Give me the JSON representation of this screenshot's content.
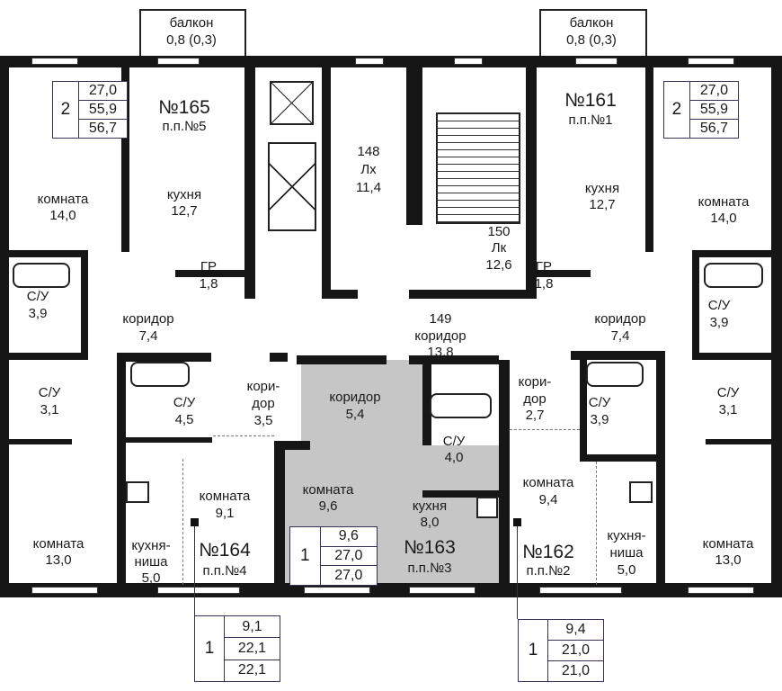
{
  "balconies": [
    {
      "label": "балкон",
      "area": "0,8 (0,3)"
    },
    {
      "label": "балкон",
      "area": "0,8 (0,3)"
    }
  ],
  "rooms": {
    "a165_room": {
      "name": "комната",
      "area": "14,0"
    },
    "a165_kitchen": {
      "name": "кухня",
      "area": "12,7"
    },
    "a165_gr": {
      "name": "ГР",
      "area": "1,8"
    },
    "a165_bath": {
      "name": "С/У",
      "area": "3,9"
    },
    "a165_corr": {
      "name": "коридор",
      "area": "7,4"
    },
    "lx": {
      "num": "148",
      "name": "Лх",
      "area": "11,4"
    },
    "lk": {
      "num": "150",
      "name": "Лк",
      "area": "12,6"
    },
    "hall": {
      "num": "149",
      "name": "коридор",
      "area": "13,8"
    },
    "a161_kitchen": {
      "name": "кухня",
      "area": "12,7"
    },
    "a161_room": {
      "name": "комната",
      "area": "14,0"
    },
    "a161_gr": {
      "name": "ГР",
      "area": "1,8"
    },
    "a161_bath": {
      "name": "С/У",
      "area": "3,9"
    },
    "a161_corr": {
      "name": "коридор",
      "area": "7,4"
    },
    "l_bath": {
      "name": "С/У",
      "area": "3,1"
    },
    "l_room": {
      "name": "комната",
      "area": "13,0"
    },
    "a164_bath": {
      "name": "С/У",
      "area": "4,5"
    },
    "a164_corr": {
      "name1": "кори-",
      "name2": "дор",
      "area": "3,5"
    },
    "a164_room": {
      "name": "комната",
      "area": "9,1"
    },
    "a164_kn": {
      "name1": "кухня-",
      "name2": "ниша",
      "area": "5,0"
    },
    "a163_corr": {
      "name": "коридор",
      "area": "5,4"
    },
    "a163_room": {
      "name": "комната",
      "area": "9,6"
    },
    "a163_bath": {
      "name": "С/У",
      "area": "4,0"
    },
    "a163_kitchen": {
      "name": "кухня",
      "area": "8,0"
    },
    "a162_corr": {
      "name1": "кори-",
      "name2": "дор",
      "area": "2,7"
    },
    "a162_bath": {
      "name": "С/У",
      "area": "3,9"
    },
    "a162_room": {
      "name": "комната",
      "area": "9,4"
    },
    "a162_kn": {
      "name1": "кухня-",
      "name2": "ниша",
      "area": "5,0"
    },
    "r_bath": {
      "name": "С/У",
      "area": "3,1"
    },
    "r_room": {
      "name": "комната",
      "area": "13,0"
    }
  },
  "apartments": {
    "a165": {
      "number": "№165",
      "pos": "п.п.№5",
      "rooms": "2",
      "living": "27,0",
      "total": "55,9",
      "total2": "56,7"
    },
    "a161": {
      "number": "№161",
      "pos": "п.п.№1",
      "rooms": "2",
      "living": "27,0",
      "total": "55,9",
      "total2": "56,7"
    },
    "a164": {
      "number": "№164",
      "pos": "п.п.№4",
      "rooms": "1",
      "living": "9,1",
      "total": "22,1",
      "total2": "22,1"
    },
    "a163": {
      "number": "№163",
      "pos": "п.п.№3",
      "rooms": "1",
      "living": "9,6",
      "total": "27,0",
      "total2": "27,0"
    },
    "a162": {
      "number": "№162",
      "pos": "п.п.№2",
      "rooms": "1",
      "living": "9,4",
      "total": "21,0",
      "total2": "21,0"
    }
  },
  "colors": {
    "wall": "#161616",
    "highlight": "#c6c6c6",
    "box_border": "#3b2f5a"
  }
}
